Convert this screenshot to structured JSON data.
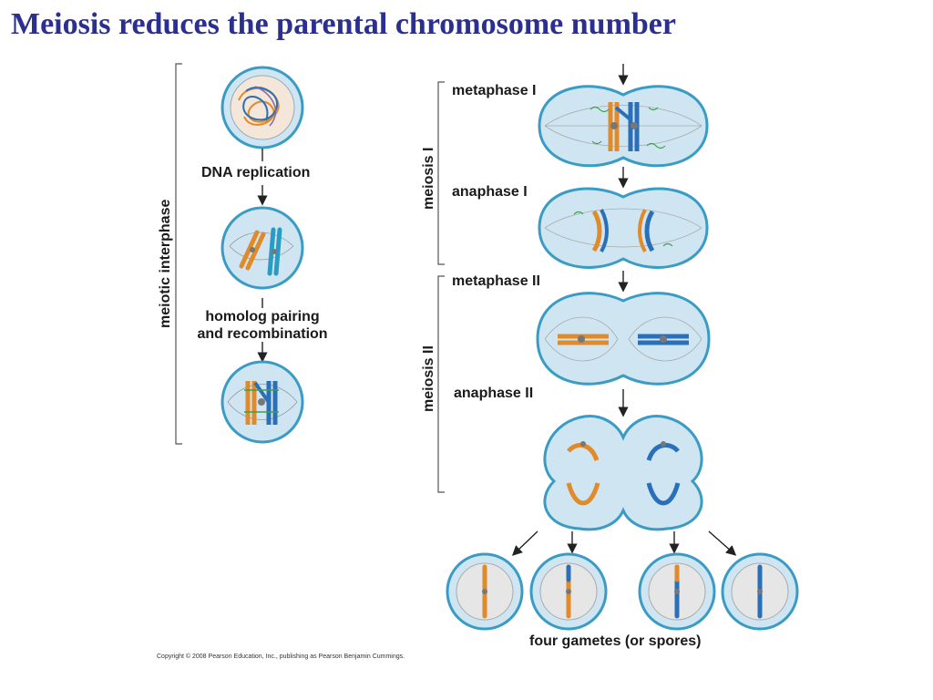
{
  "title": "Meiosis reduces the parental chromosome number",
  "labels": {
    "dna_replication": "DNA replication",
    "homolog_pairing_line1": "homolog pairing",
    "homolog_pairing_line2": "and recombination",
    "meiotic_interphase": "meiotic interphase",
    "meiosis_1": "meiosis I",
    "meiosis_2": "meiosis II",
    "metaphase_1": "metaphase I",
    "anaphase_1": "anaphase I",
    "metaphase_2": "metaphase II",
    "anaphase_2": "anaphase II",
    "gametes": "four gametes (or spores)"
  },
  "copyright": "Copyright © 2008 Pearson Education, Inc., publishing as Pearson Benjamin Cummings.",
  "colors": {
    "title": "#2b2f8f",
    "cell_fill": "#cfe6f2",
    "cell_stroke": "#3a9cc4",
    "orange_chromosome": "#e08a2a",
    "blue_chromosome": "#2a6fb8",
    "spindle": "#8a8a8a",
    "microtubule_green": "#3aa04a"
  }
}
